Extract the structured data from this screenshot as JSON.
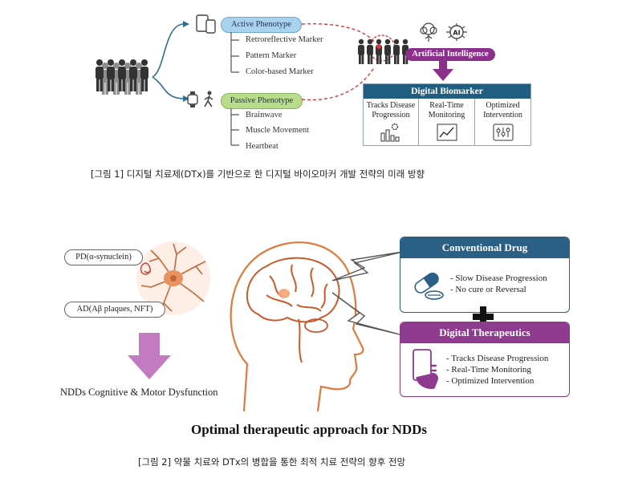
{
  "figure1": {
    "active_label": "Active Phenotype",
    "active_markers": [
      "Retroreflective Marker",
      "Pattern Marker",
      "Color-based Marker"
    ],
    "passive_label": "Passive Phenotype",
    "passive_markers": [
      "Brainwave",
      "Muscle Movement",
      "Heartbeat"
    ],
    "ai_badge": "AI",
    "ai_label": "Artificial Intelligence",
    "biomarker_title": "Digital Biomarker",
    "biomarker_cells": [
      {
        "line1": "Tracks Disease",
        "line2": "Progression"
      },
      {
        "line1": "Real-Time",
        "line2": "Monitoring"
      },
      {
        "line1": "Optimized",
        "line2": "Intervention"
      }
    ],
    "caption": "[그림 1] 디지털 치료제(DTx)를 기반으로 한 디지털 바이오마커 개발 전략의 미래 방향"
  },
  "figure2": {
    "pd_label": "PD(α-synuclein)",
    "ad_label": "AD(Aβ plaques, NFT)",
    "ndd_label": "NDDs Cognitive & Motor Dysfunction",
    "conventional_title": "Conventional Drug",
    "conventional_items": [
      "- Slow Disease Progression",
      "- No cure or Reversal"
    ],
    "digital_title": "Digital Therapeutics",
    "digital_items": [
      "- Tracks Disease Progression",
      "- Real-Time Monitoring",
      "- Optimized Intervention"
    ],
    "main_title": "Optimal therapeutic approach for NDDs",
    "caption": "[그림 2] 약물 치료와 DTx의 병합을 통한 최적 치료 전략의 향후 전망"
  },
  "colors": {
    "active_blue": "#a9d2ee",
    "passive_green": "#b9dc8c",
    "ai_purple": "#8b2f8a",
    "biomarker_navy": "#1f5e80",
    "conventional_blue": "#2a5f86",
    "digital_purple": "#8e3a8e",
    "dashed_red": "#e0343a",
    "brain_orange": "#e07a3c"
  }
}
